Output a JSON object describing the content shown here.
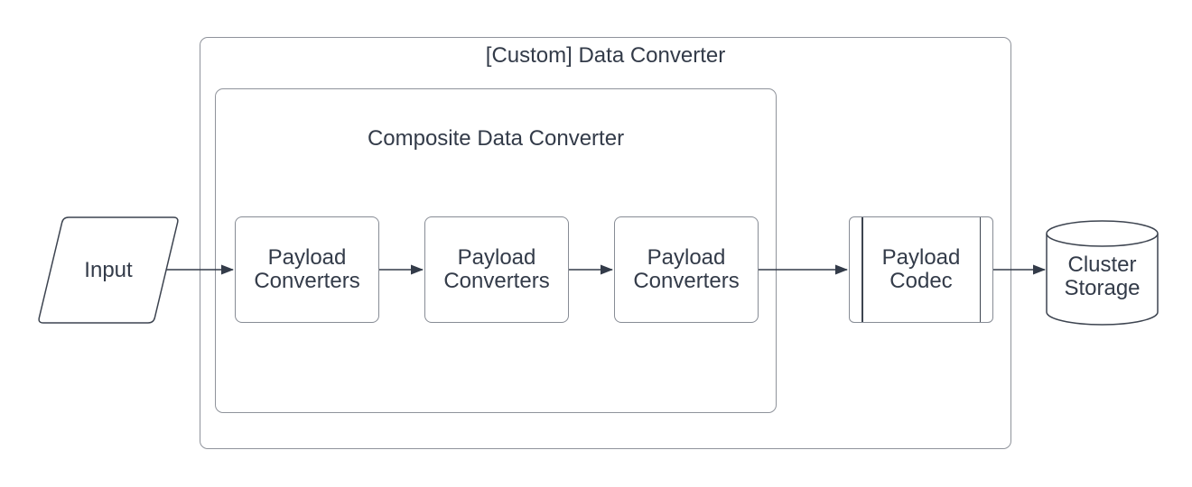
{
  "diagram": {
    "containers": {
      "outer": {
        "label": "[Custom] Data Converter"
      },
      "composite": {
        "label": "Composite Data Converter"
      }
    },
    "nodes": {
      "input": {
        "label": "Input",
        "shape": "parallelogram"
      },
      "converter1": {
        "label": "Payload\nConverters",
        "shape": "rounded-rectangle"
      },
      "converter2": {
        "label": "Payload\nConverters",
        "shape": "rounded-rectangle"
      },
      "converter3": {
        "label": "Payload\nConverters",
        "shape": "subroutine-plain"
      },
      "codec": {
        "label": "Payload\nCodec",
        "shape": "subroutine"
      },
      "storage": {
        "label": "Cluster\nStorage",
        "shape": "cylinder"
      }
    },
    "edges": [
      {
        "from": "input",
        "to": "converter1"
      },
      {
        "from": "converter1",
        "to": "converter2"
      },
      {
        "from": "converter2",
        "to": "converter3"
      },
      {
        "from": "converter3",
        "to": "codec"
      },
      {
        "from": "codec",
        "to": "storage"
      }
    ],
    "colors": {
      "text": "#333b49",
      "arrow_stroke": "#333b49",
      "shape_stroke": "#3d4450",
      "rect_border": "#878c95",
      "container_border": "#8f939b",
      "background": "#ffffff"
    }
  }
}
